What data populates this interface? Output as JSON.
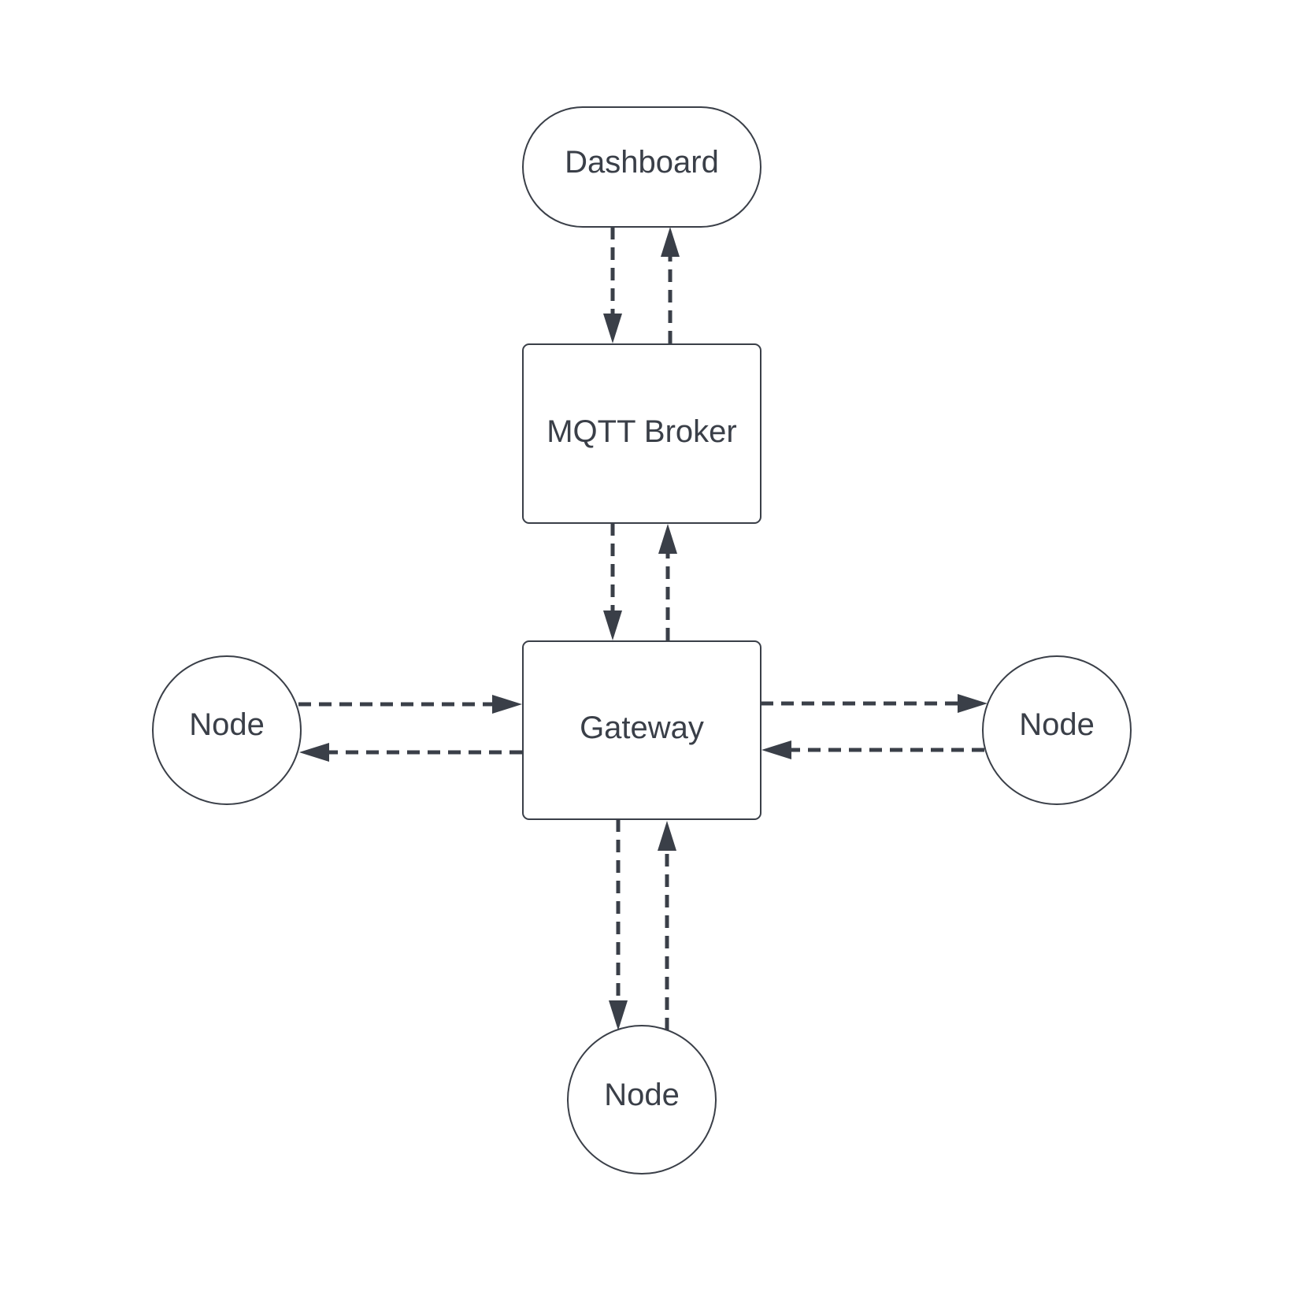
{
  "nodes": {
    "dashboard": {
      "label": "Dashboard",
      "shape": "rounded-pill"
    },
    "broker": {
      "label": "MQTT Broker",
      "shape": "rectangle"
    },
    "gateway": {
      "label": "Gateway",
      "shape": "rectangle"
    },
    "node_left": {
      "label": "Node",
      "shape": "circle"
    },
    "node_right": {
      "label": "Node",
      "shape": "circle"
    },
    "node_bottom": {
      "label": "Node",
      "shape": "circle"
    }
  },
  "edges": [
    {
      "from": "dashboard",
      "to": "broker",
      "style": "dashed"
    },
    {
      "from": "broker",
      "to": "dashboard",
      "style": "dashed"
    },
    {
      "from": "broker",
      "to": "gateway",
      "style": "dashed"
    },
    {
      "from": "gateway",
      "to": "broker",
      "style": "dashed"
    },
    {
      "from": "node_left",
      "to": "gateway",
      "style": "dashed"
    },
    {
      "from": "gateway",
      "to": "node_left",
      "style": "dashed"
    },
    {
      "from": "gateway",
      "to": "node_right",
      "style": "dashed"
    },
    {
      "from": "node_right",
      "to": "gateway",
      "style": "dashed"
    },
    {
      "from": "gateway",
      "to": "node_bottom",
      "style": "dashed"
    },
    {
      "from": "node_bottom",
      "to": "gateway",
      "style": "dashed"
    }
  ],
  "colors": {
    "stroke": "#3a3f48",
    "text": "#3a3f48",
    "background": "#ffffff"
  }
}
